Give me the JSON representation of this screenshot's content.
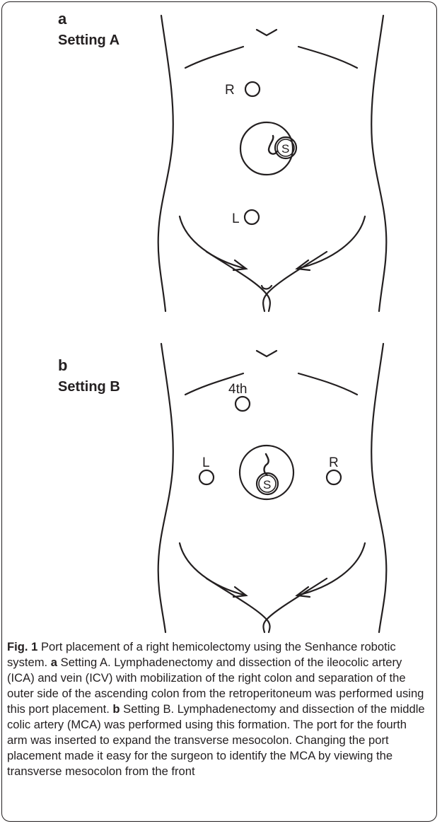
{
  "panel_a": {
    "letter": "a",
    "setting": "Setting A",
    "port_labels": {
      "right": "R",
      "left": "L",
      "scope": "S"
    }
  },
  "panel_b": {
    "letter": "b",
    "setting": "Setting B",
    "port_labels": {
      "fourth": "4th",
      "left": "L",
      "right": "R",
      "scope": "S"
    }
  },
  "caption": {
    "fig_label": "Fig. 1",
    "text_1": " Port placement of a right hemicolectomy using the Senhance robotic system. ",
    "label_a": "a",
    "text_a": " Setting A. Lymphadenectomy and dissection of the ileocolic artery (ICA) and vein (ICV) with mobilization of the right colon and separation of the outer side of the ascending colon from the retroperitoneum was performed using this port placement. ",
    "label_b": "b",
    "text_b": " Setting B. Lymphadenectomy and dissection of the middle colic artery (MCA) was performed using this formation. The port for the fourth arm was inserted to expand the transverse mesocolon. Changing the port placement made it easy for the surgeon to identify the MCA by viewing the transverse mesocolon from the front"
  }
}
